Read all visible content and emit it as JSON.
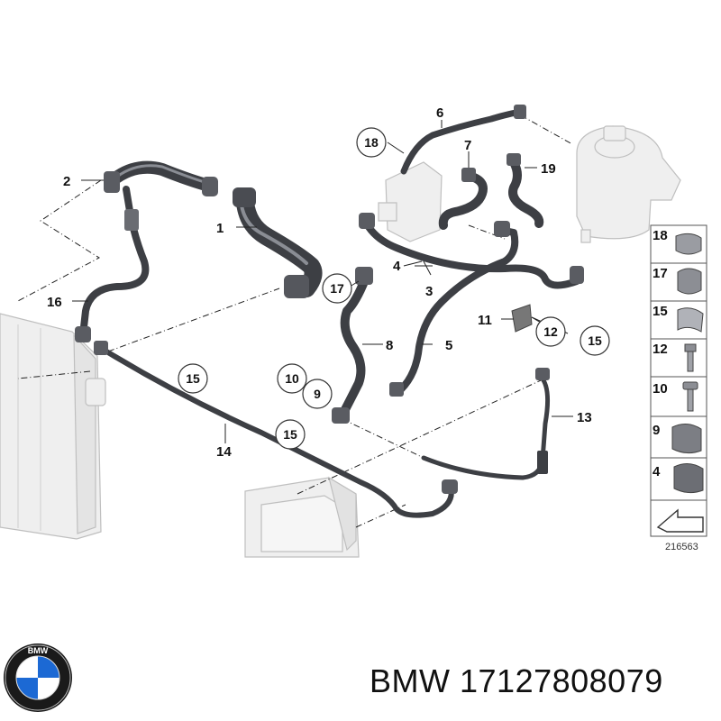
{
  "diagram": {
    "labels": [
      "1",
      "2",
      "3",
      "4",
      "5",
      "6",
      "7",
      "8",
      "11",
      "13",
      "14",
      "16",
      "19"
    ],
    "circled_labels": [
      "18",
      "17",
      "12",
      "15",
      "15",
      "10",
      "9",
      "15"
    ],
    "legend": [
      "18",
      "17",
      "15",
      "12",
      "10",
      "9",
      "4"
    ],
    "reference_number": "216563"
  },
  "brand": {
    "name": "BMW",
    "part_number": "17127808079",
    "logo_letters": "BMW"
  },
  "colors": {
    "hose": "#3d3f44",
    "ghost_part": "#efefef",
    "bmw_blue": "#1c69d4"
  }
}
